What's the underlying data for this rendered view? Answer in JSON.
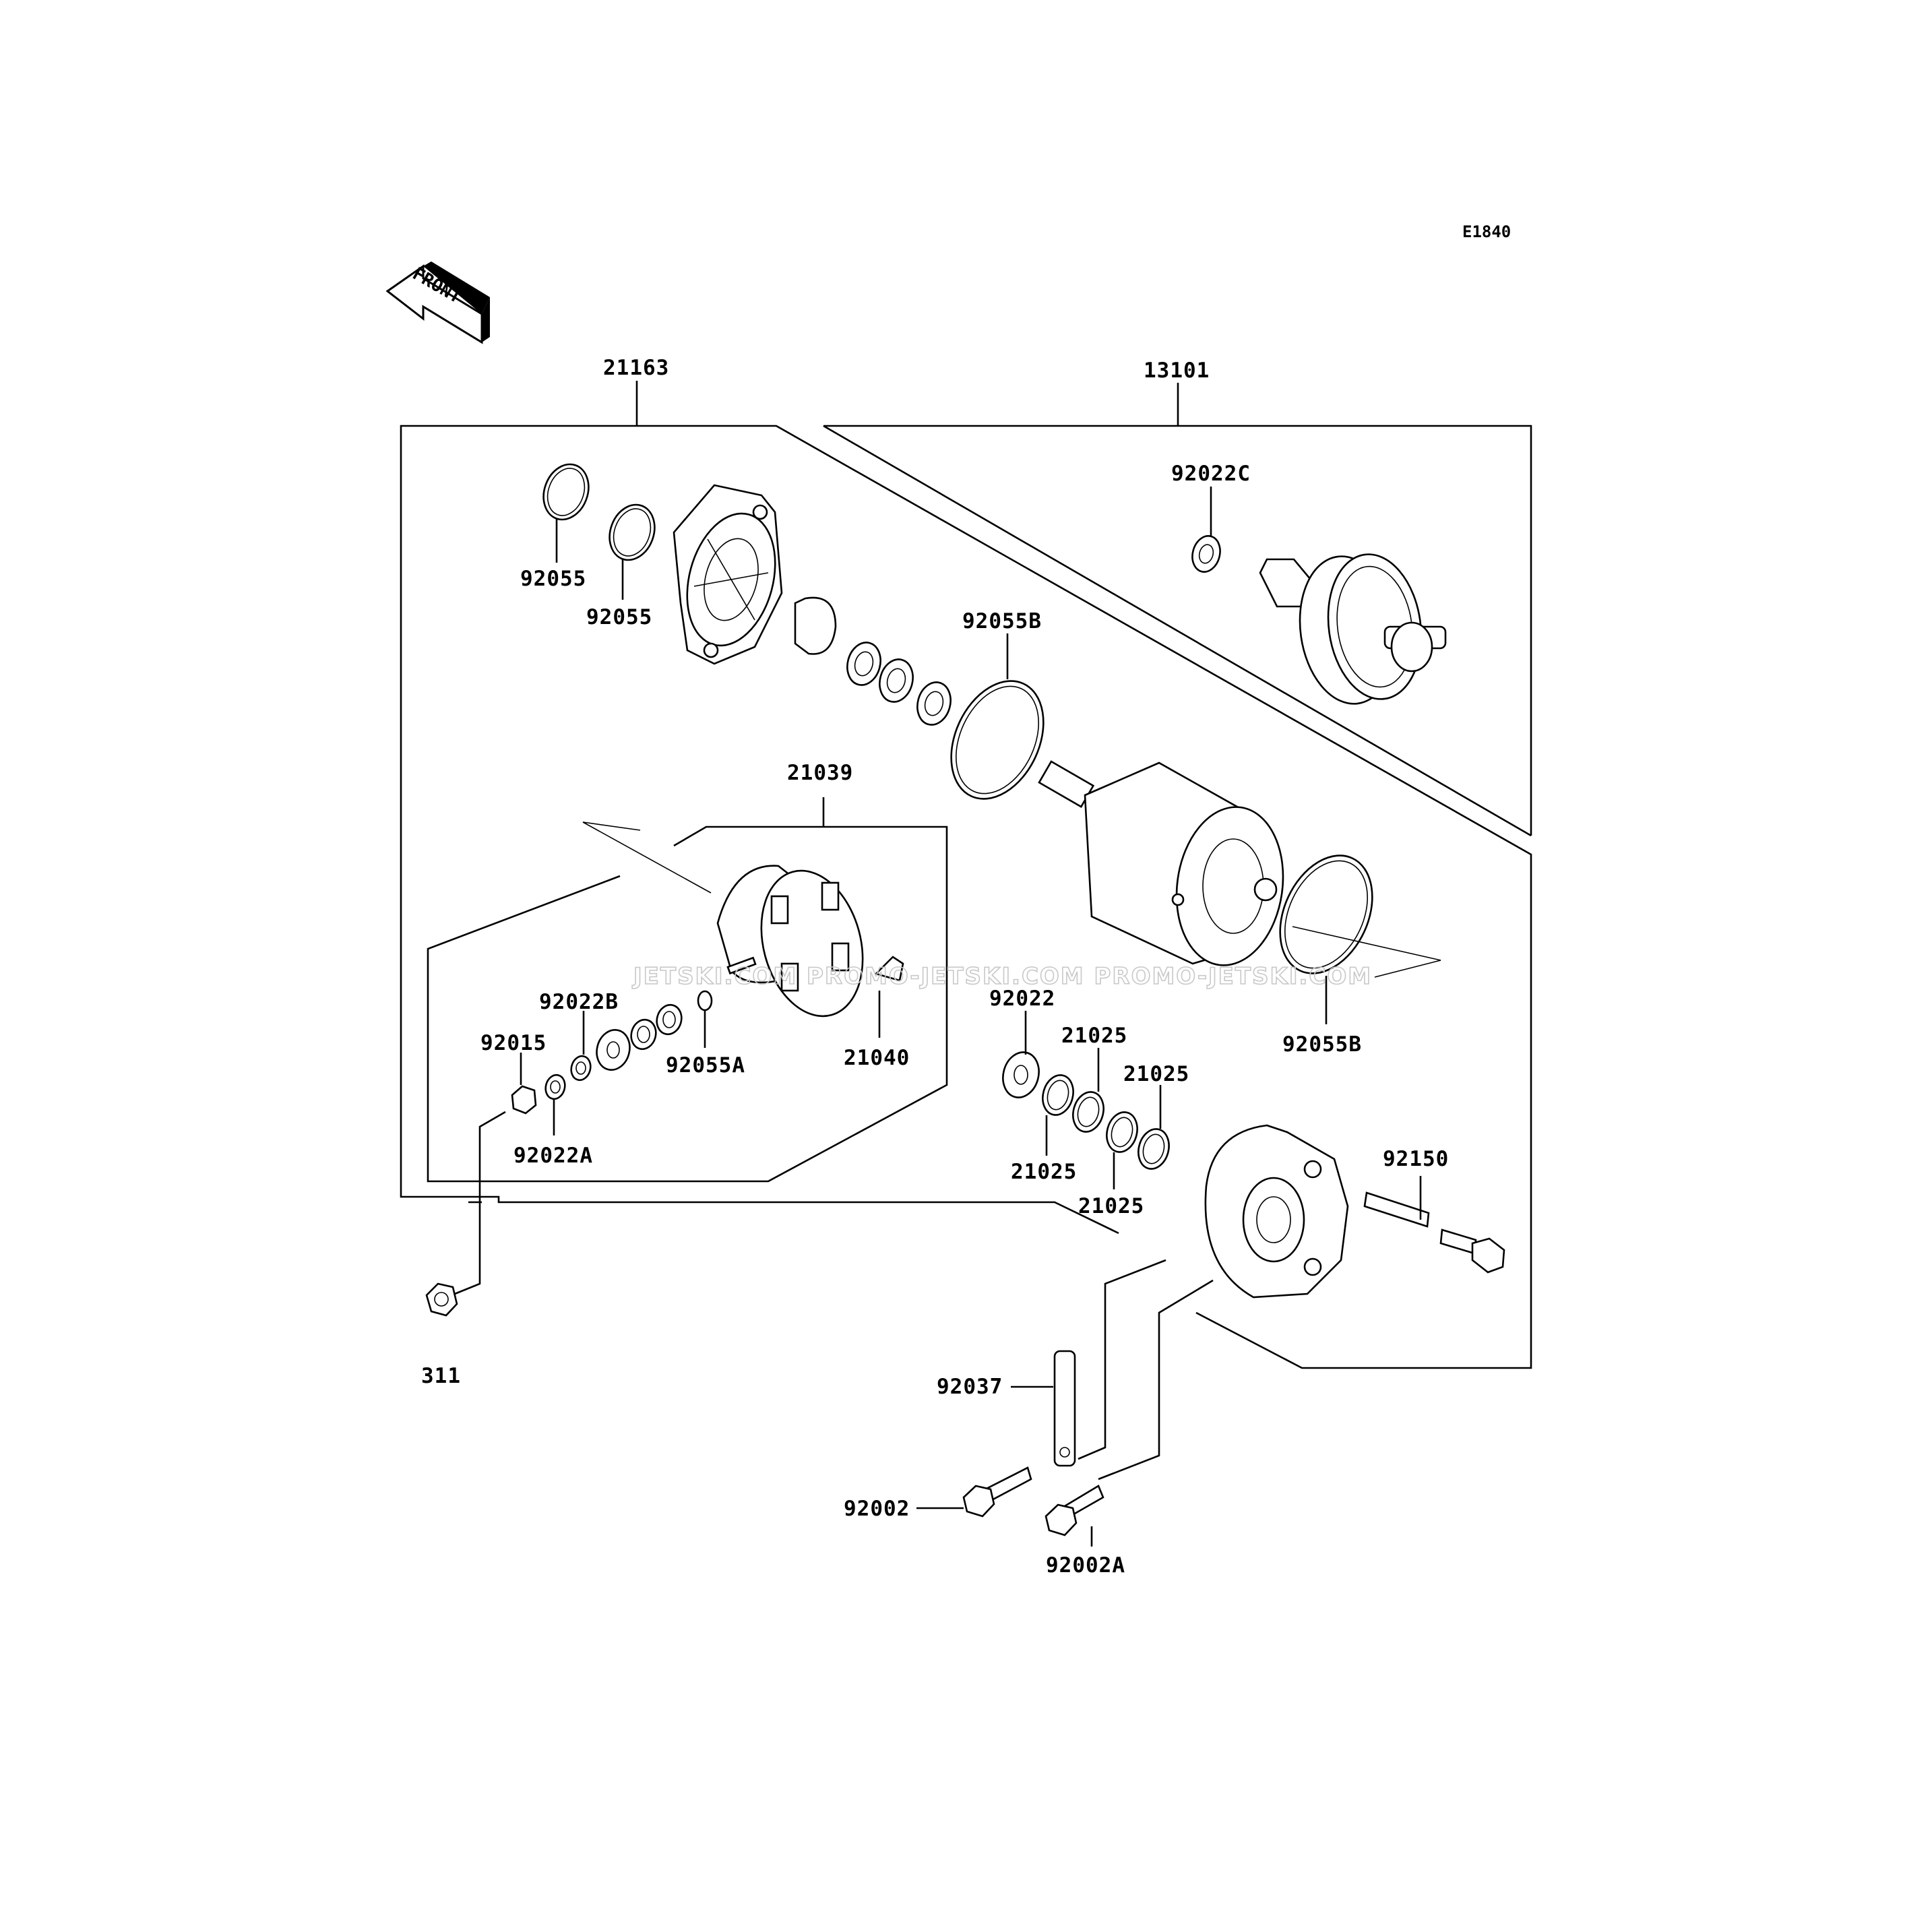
{
  "diagram_code": "E1840",
  "front_arrow_text": "FRONT",
  "watermark": "JETSKI.COM  PROMO-JETSKI.COM  PROMO-JETSKI.COM",
  "labels": {
    "p21163": "21163",
    "p13101": "13101",
    "p92022C": "92022C",
    "p92055_a": "92055",
    "p92055_b": "92055",
    "p92055B_top": "92055B",
    "p21039": "21039",
    "p92022B": "92022B",
    "p92015": "92015",
    "p92055A": "92055A",
    "p21040": "21040",
    "p92022A": "92022A",
    "p92022": "92022",
    "p21025_a": "21025",
    "p21025_b": "21025",
    "p21025_c": "21025",
    "p21025_d": "21025",
    "p92055B_bottom": "92055B",
    "p92150": "92150",
    "p311": "311",
    "p92037": "92037",
    "p92002": "92002",
    "p92002A": "92002A"
  }
}
